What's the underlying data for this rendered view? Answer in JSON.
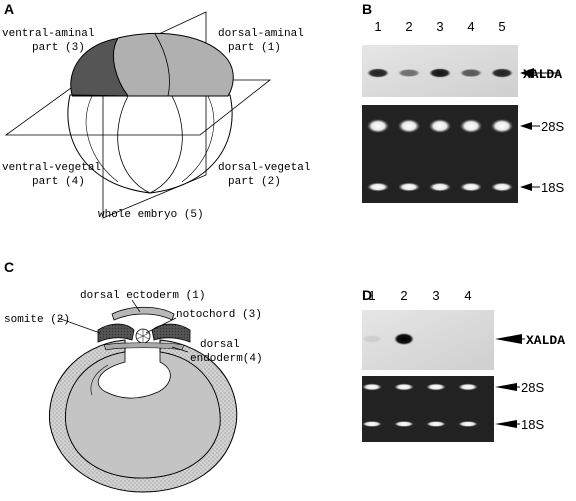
{
  "panels": {
    "a": {
      "letter": "A",
      "labels": {
        "ventral_aminal": [
          "ventral-aminal",
          "part (3)"
        ],
        "dorsal_aminal": [
          "dorsal-aminal",
          "part (1)"
        ],
        "ventral_vegetal": [
          "ventral-vegetal",
          "part (4)"
        ],
        "dorsal_vegetal": [
          "dorsal-vegetal",
          "part (2)"
        ],
        "whole": "whole embryo (5)"
      }
    },
    "b": {
      "letter": "B",
      "lanes": [
        "1",
        "2",
        "3",
        "4",
        "5"
      ],
      "target": "XALDA",
      "rrna_top": "28S",
      "rrna_bottom": "18S",
      "band_intensity": [
        0.85,
        0.5,
        0.9,
        0.6,
        0.85
      ]
    },
    "c": {
      "letter": "C",
      "labels": {
        "ectoderm": "dorsal ectoderm (1)",
        "notochord": "notochord (3)",
        "somite": "somite (2)",
        "endoderm": [
          "dorsal",
          "endoderm(4)"
        ]
      }
    },
    "d": {
      "letter": "D",
      "lanes": [
        "1",
        "2",
        "3",
        "4"
      ],
      "target": "XALDA",
      "rrna_top": "28S",
      "rrna_bottom": "18S",
      "band_intensity": [
        0.08,
        1.0,
        0.0,
        0.0
      ]
    }
  }
}
